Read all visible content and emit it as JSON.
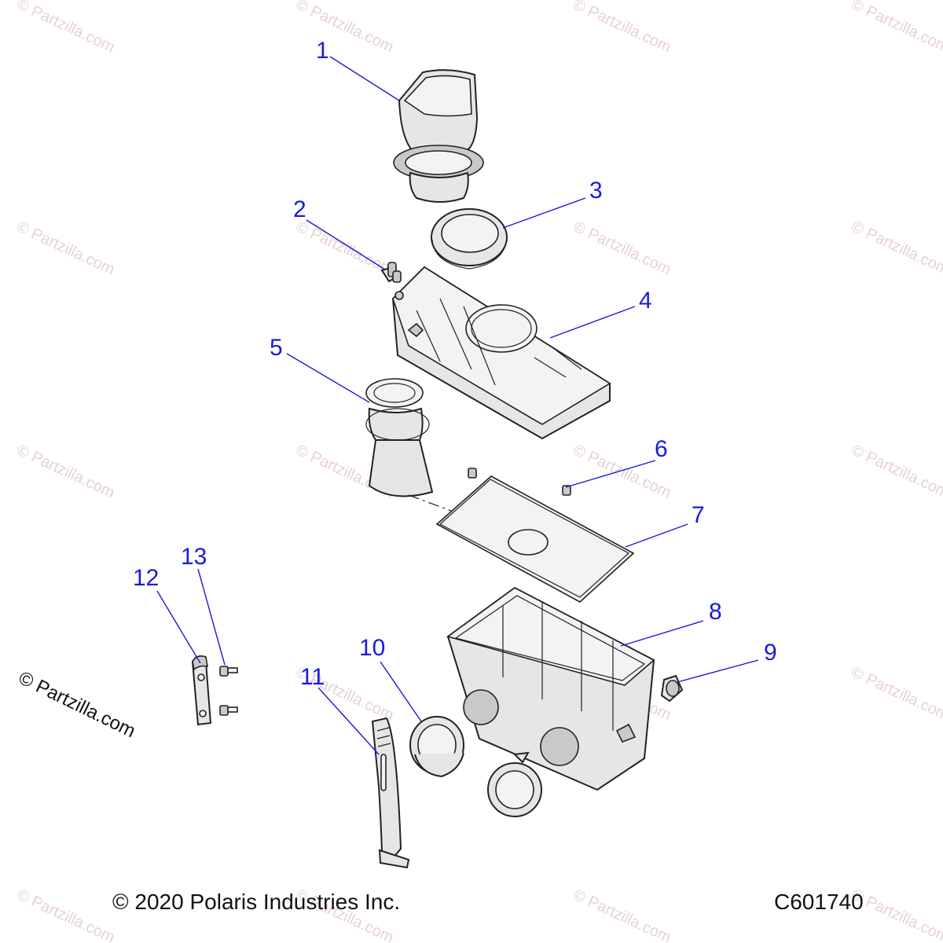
{
  "watermark": "© Partzilla.com",
  "side_watermark": "© Partzilla.com",
  "footer": {
    "copyright": "© 2020 Polaris Industries Inc.",
    "diagram_code": "C601740"
  },
  "callouts": [
    "1",
    "2",
    "3",
    "4",
    "5",
    "6",
    "7",
    "8",
    "9",
    "10",
    "11",
    "12",
    "13"
  ],
  "colors": {
    "callout": "#1a1adc",
    "watermark": "#e7d2d2",
    "line": "#222222"
  }
}
